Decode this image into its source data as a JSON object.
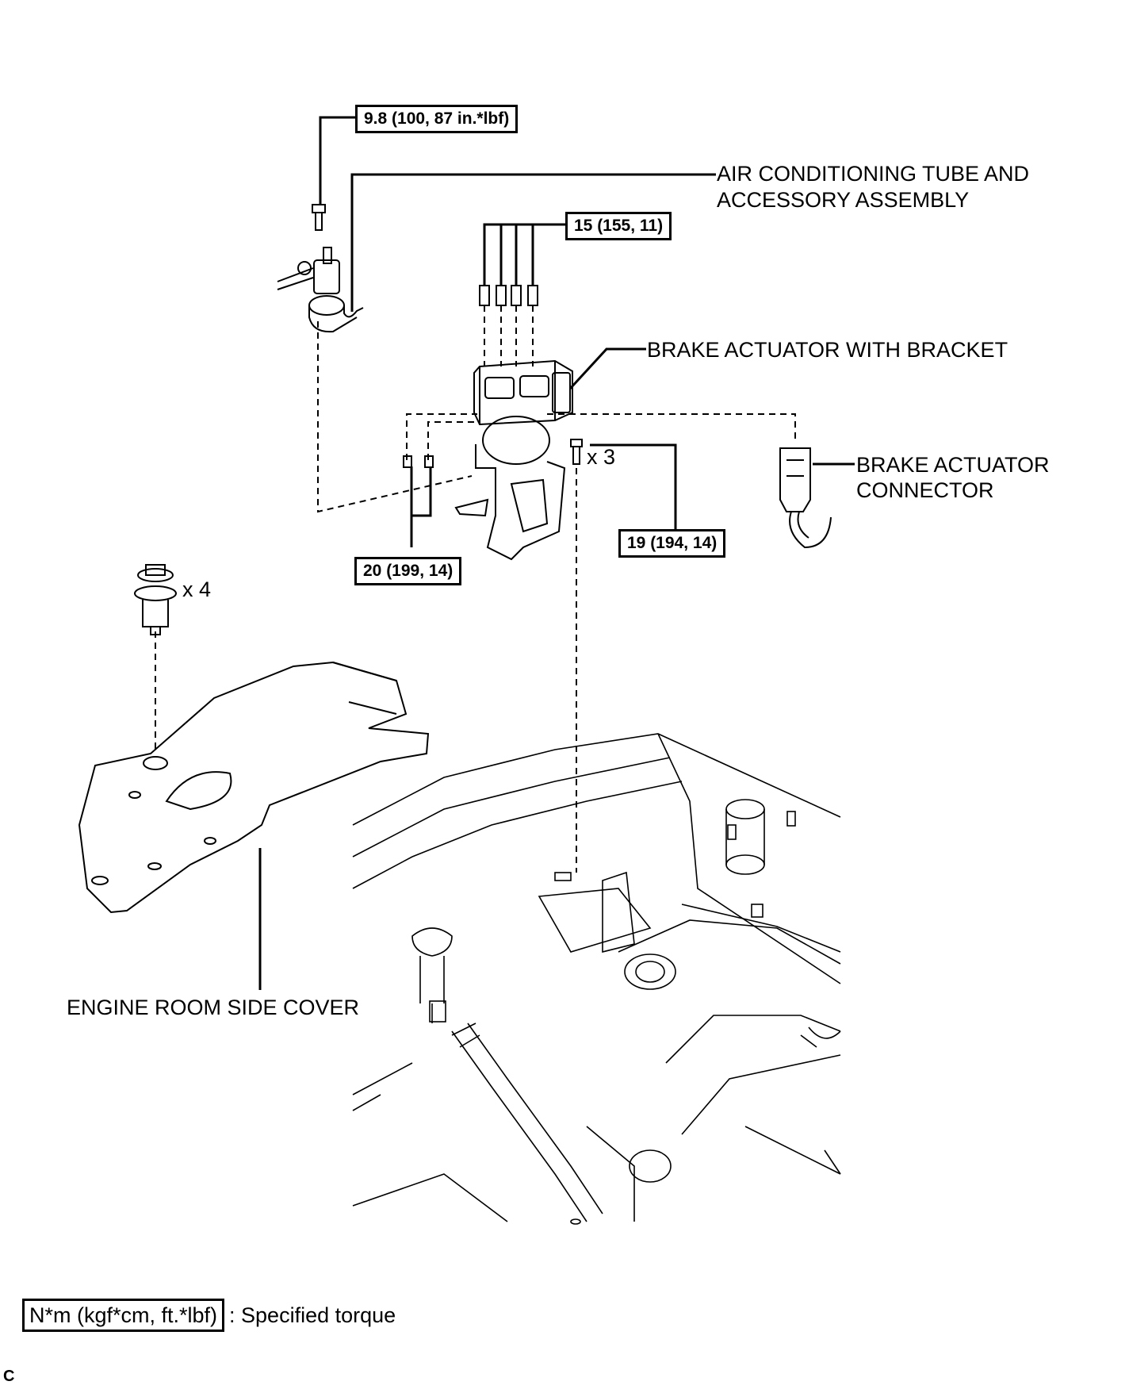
{
  "torque_specs": {
    "ac_bolt": "9.8 (100, 87 in.*lbf)",
    "brake_lines": "15 (155, 11)",
    "bracket_bolts": "19 (194, 14)",
    "actuator_nuts": "20 (199, 14)"
  },
  "parts": {
    "ac_tube_line1": "AIR CONDITIONING TUBE AND",
    "ac_tube_line2": "ACCESSORY ASSEMBLY",
    "brake_actuator": "BRAKE ACTUATOR WITH BRACKET",
    "connector_line1": "BRAKE ACTUATOR",
    "connector_line2": "CONNECTOR",
    "engine_cover": "ENGINE ROOM SIDE COVER"
  },
  "quantities": {
    "bracket_bolts": "x 3",
    "clips": "x 4"
  },
  "legend": {
    "unit": "N*m (kgf*cm, ft.*lbf)",
    "description": ": Specified torque"
  },
  "corner_mark": "C"
}
